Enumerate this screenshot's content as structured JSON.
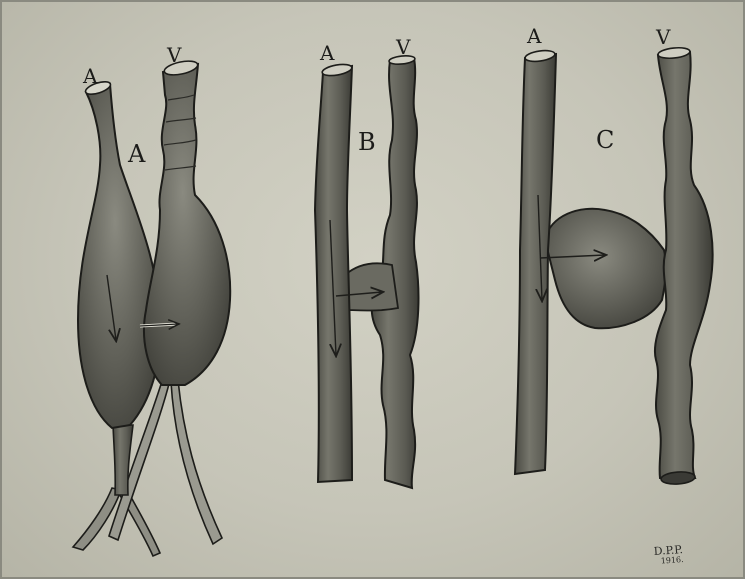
{
  "labels": {
    "figure_a": {
      "figure_letter": "A",
      "artery_letter": "A",
      "vein_letter": "V"
    },
    "figure_b": {
      "figure_letter": "B",
      "artery_letter": "A",
      "vein_letter": "V"
    },
    "figure_c": {
      "figure_letter": "C",
      "artery_letter": "A",
      "vein_letter": "V"
    }
  },
  "signature": {
    "initials": "D.P.P.",
    "year": "1916."
  },
  "colors": {
    "paper": "#c9c8bb",
    "vessel_dark": "#505049",
    "vessel_mid": "#75756b",
    "outline": "#1d1d1a"
  }
}
